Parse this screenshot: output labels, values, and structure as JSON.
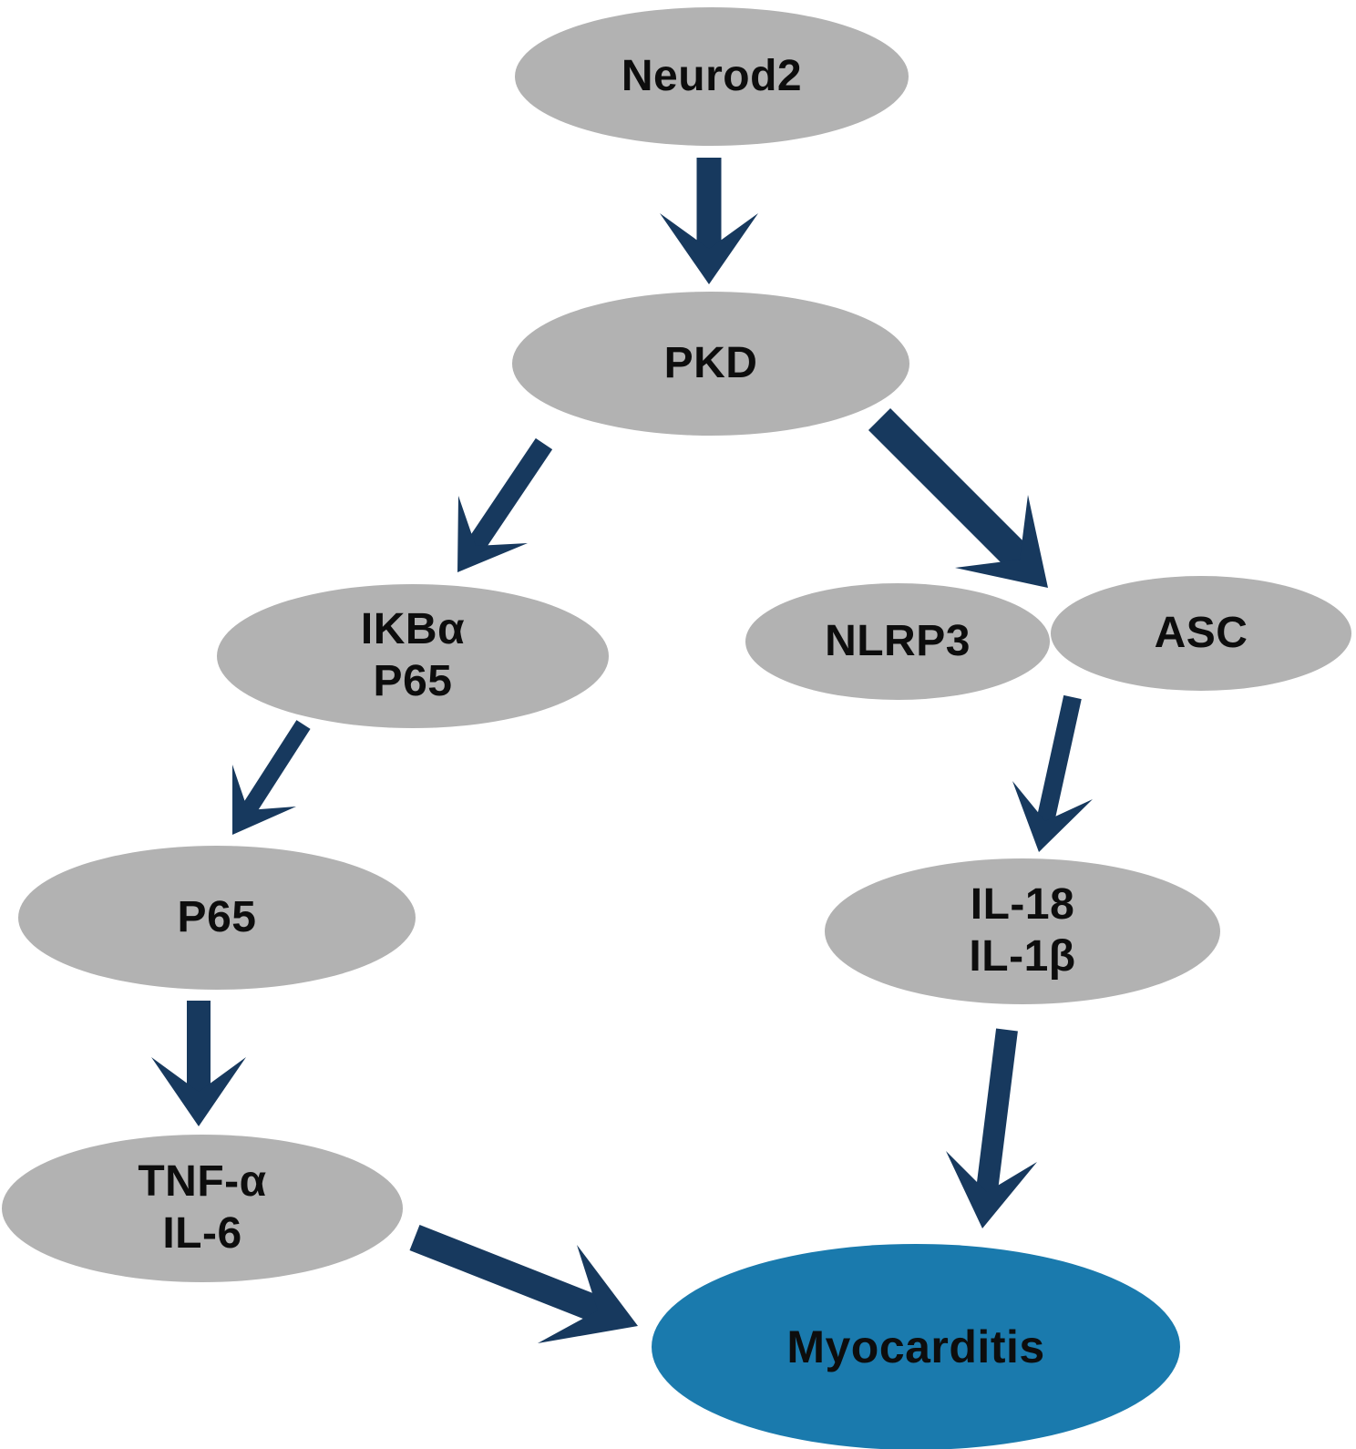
{
  "diagram": {
    "type": "pathway-flowchart",
    "colors": {
      "node_fill": "#b2b2b2",
      "arrow": "#17395e",
      "outcome_fill": "#1a7aad",
      "node_text": "#0d0d0d",
      "bg": "#ffffff"
    },
    "nodes": {
      "neurod2": {
        "lines": [
          "Neurod2"
        ]
      },
      "pkd": {
        "lines": [
          "PKD"
        ]
      },
      "ikba_p65": {
        "lines": [
          "IKBα",
          "P65"
        ]
      },
      "nlrp3": {
        "lines": [
          "NLRP3"
        ]
      },
      "asc": {
        "lines": [
          "ASC"
        ]
      },
      "p65": {
        "lines": [
          "P65"
        ]
      },
      "il18_il1b": {
        "lines": [
          "IL-18",
          "IL-1β"
        ]
      },
      "tnf_il6": {
        "lines": [
          "TNF-α",
          "IL-6"
        ]
      },
      "myocarditis": {
        "lines": [
          "Myocarditis"
        ]
      }
    },
    "edges": [
      {
        "from": "Neurod2",
        "to": "PKD"
      },
      {
        "from": "PKD",
        "to": "IKBα/P65"
      },
      {
        "from": "PKD",
        "to": "NLRP3+ASC"
      },
      {
        "from": "IKBα/P65",
        "to": "P65"
      },
      {
        "from": "NLRP3+ASC",
        "to": "IL-18/IL-1β"
      },
      {
        "from": "P65",
        "to": "TNF-α/IL-6"
      },
      {
        "from": "IL-18/IL-1β",
        "to": "Myocarditis"
      },
      {
        "from": "TNF-α/IL-6",
        "to": "Myocarditis"
      }
    ]
  }
}
